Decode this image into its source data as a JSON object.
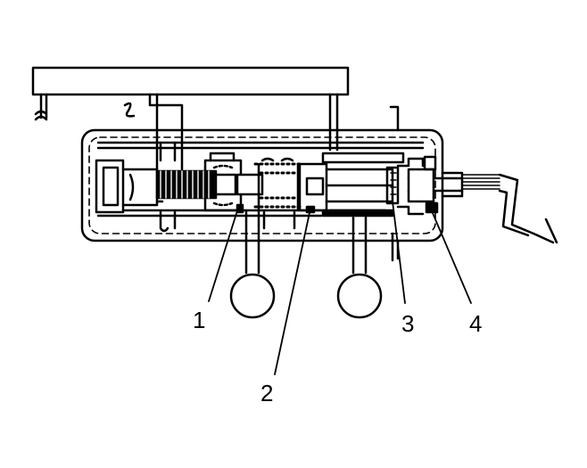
{
  "diagram": {
    "callouts": [
      {
        "label": "1"
      },
      {
        "label": "2"
      },
      {
        "label": "3"
      },
      {
        "label": "4"
      }
    ],
    "colors": {
      "line": "#000000",
      "background": "#ffffff"
    }
  }
}
